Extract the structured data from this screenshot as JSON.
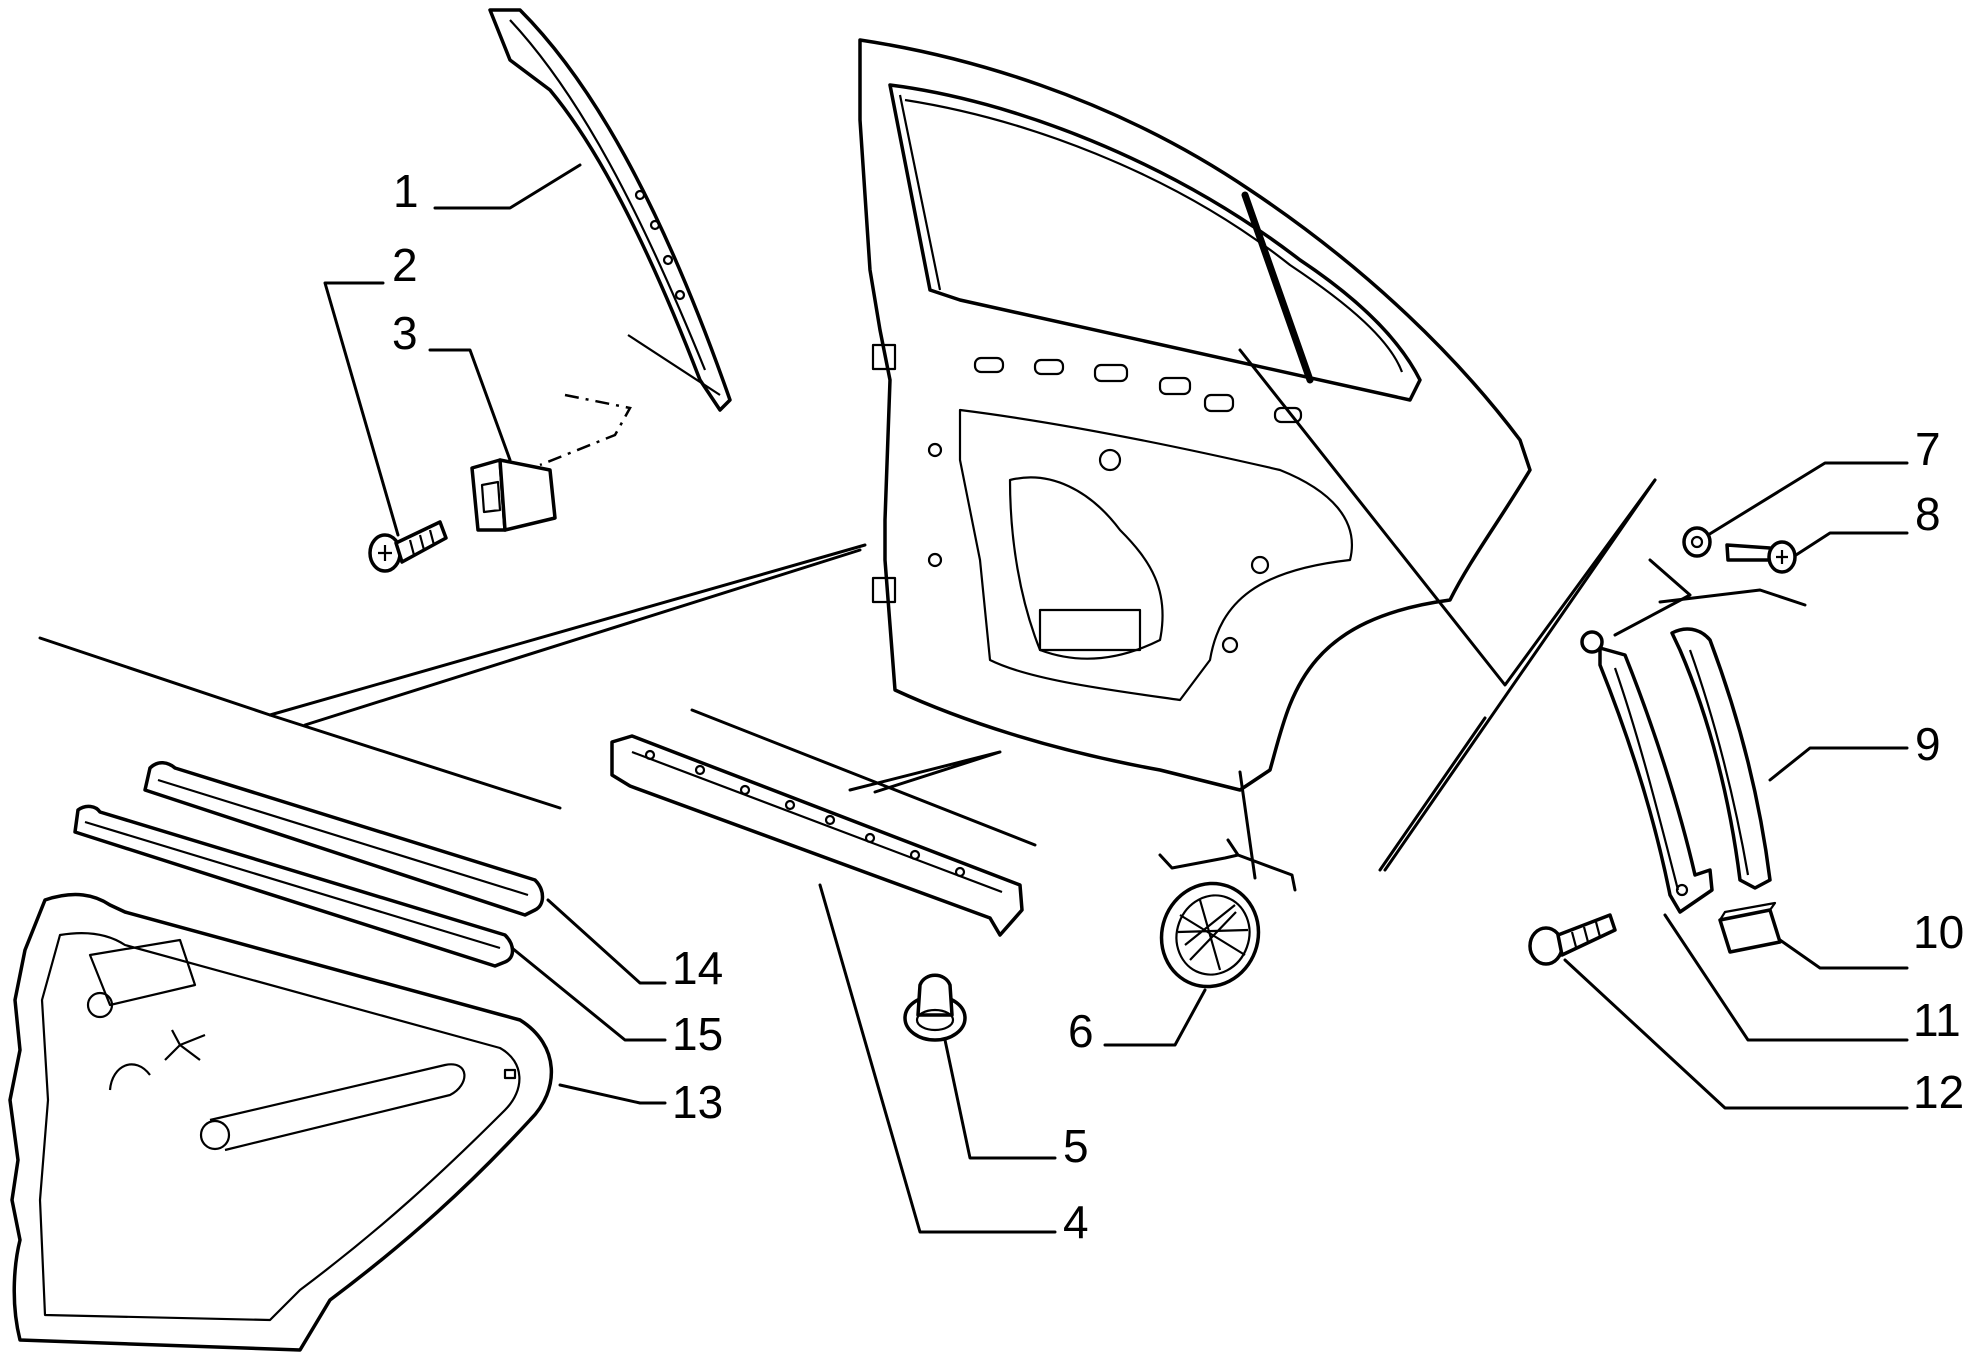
{
  "callouts": [
    {
      "id": "label-1",
      "text": "1"
    },
    {
      "id": "label-2",
      "text": "2"
    },
    {
      "id": "label-3",
      "text": "3"
    },
    {
      "id": "label-4",
      "text": "4"
    },
    {
      "id": "label-5",
      "text": "5"
    },
    {
      "id": "label-6",
      "text": "6"
    },
    {
      "id": "label-7",
      "text": "7"
    },
    {
      "id": "label-8",
      "text": "8"
    },
    {
      "id": "label-9",
      "text": "9"
    },
    {
      "id": "label-10",
      "text": "10"
    },
    {
      "id": "label-11",
      "text": "11"
    },
    {
      "id": "label-12",
      "text": "12"
    },
    {
      "id": "label-13",
      "text": "13"
    },
    {
      "id": "label-14",
      "text": "14"
    },
    {
      "id": "label-15",
      "text": "15"
    }
  ]
}
